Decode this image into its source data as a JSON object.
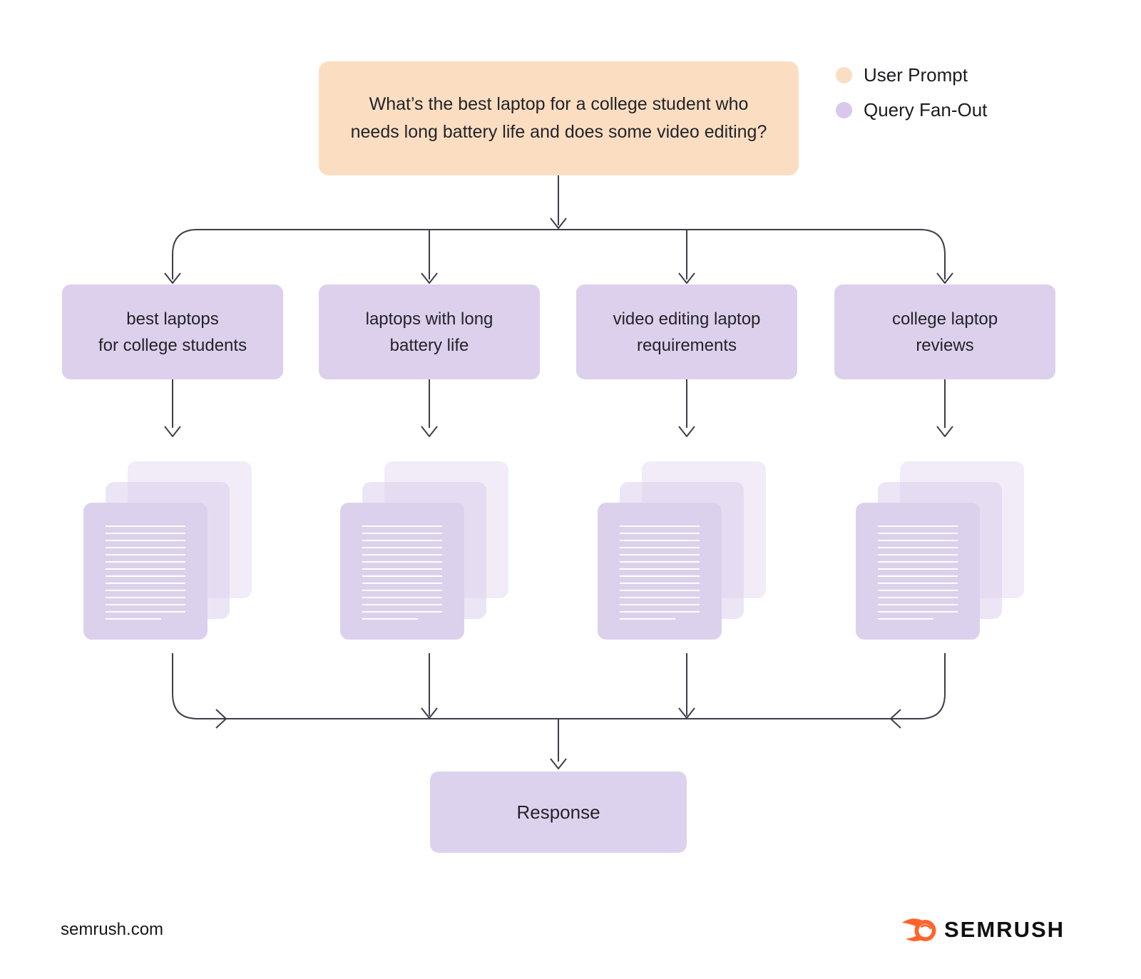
{
  "prompt": {
    "text": "What’s the best laptop for a college student who needs long battery life and does some video editing?"
  },
  "legend": {
    "items": [
      {
        "label": "User Prompt",
        "color": "#FBDEC2"
      },
      {
        "label": "Query Fan-Out",
        "color": "#D9C8EC"
      }
    ]
  },
  "queries": [
    {
      "label": "best laptops\nfor college students"
    },
    {
      "label": "laptops with long\nbattery life"
    },
    {
      "label": "video editing laptop\nrequirements"
    },
    {
      "label": "college laptop\nreviews"
    }
  ],
  "response": {
    "label": "Response"
  },
  "documents": {
    "icon": "document-stack-icon",
    "stack_count": 4
  },
  "footer": {
    "site": "semrush.com",
    "brand": "SEMRUSH"
  },
  "colors": {
    "user_prompt_fill": "#FBDEC2",
    "query_fanout_fill": "#DCD0EC",
    "document_fill": "#DCD1EC",
    "arrow_line": "#3E3E4A",
    "brand_orange": "#FF642D",
    "background": "#FFFFFF"
  }
}
